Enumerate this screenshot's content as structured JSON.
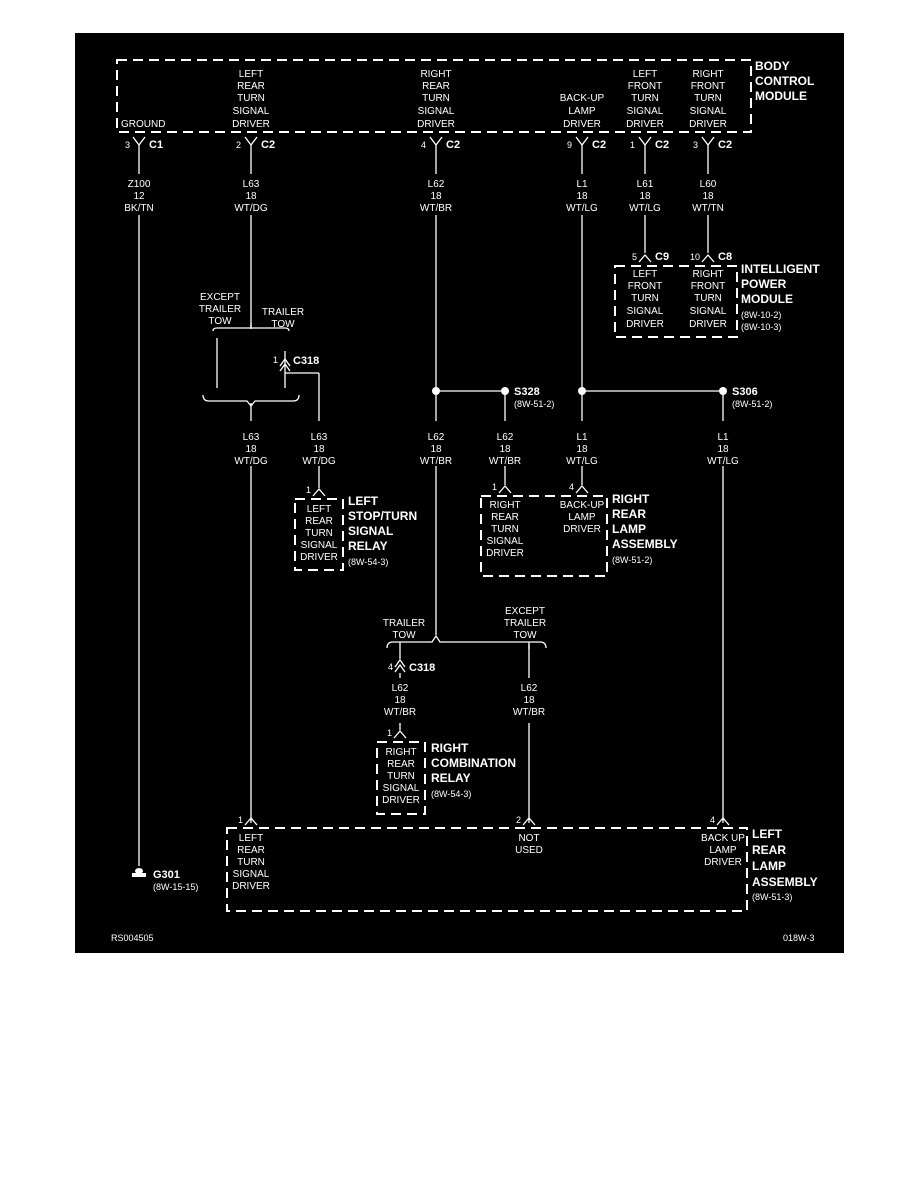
{
  "footer": {
    "left_code": "RS004505",
    "right_code": "018W-3"
  },
  "body_control_module": {
    "name": [
      "BODY",
      "CONTROL",
      "MODULE"
    ],
    "pins": [
      {
        "label": [
          "GROUND"
        ],
        "pin": "3",
        "connector": "C1"
      },
      {
        "label": [
          "LEFT",
          "REAR",
          "TURN",
          "SIGNAL",
          "DRIVER"
        ],
        "pin": "2",
        "connector": "C2"
      },
      {
        "label": [
          "RIGHT",
          "REAR",
          "TURN",
          "SIGNAL",
          "DRIVER"
        ],
        "pin": "4",
        "connector": "C2"
      },
      {
        "label": [
          "BACK-UP",
          "LAMP",
          "DRIVER"
        ],
        "pin": "9",
        "connector": "C2"
      },
      {
        "label": [
          "LEFT",
          "FRONT",
          "TURN",
          "SIGNAL",
          "DRIVER"
        ],
        "pin": "1",
        "connector": "C2"
      },
      {
        "label": [
          "RIGHT",
          "FRONT",
          "TURN",
          "SIGNAL",
          "DRIVER"
        ],
        "pin": "3",
        "connector": "C2"
      }
    ]
  },
  "wires_top": [
    {
      "circuit": "Z100",
      "gauge": "12",
      "color": "BK/TN"
    },
    {
      "circuit": "L63",
      "gauge": "18",
      "color": "WT/DG"
    },
    {
      "circuit": "L62",
      "gauge": "18",
      "color": "WT/BR"
    },
    {
      "circuit": "L1",
      "gauge": "18",
      "color": "WT/LG"
    },
    {
      "circuit": "L61",
      "gauge": "18",
      "color": "WT/LG"
    },
    {
      "circuit": "L60",
      "gauge": "18",
      "color": "WT/TN"
    }
  ],
  "intelligent_power_module": {
    "name": [
      "INTELLIGENT",
      "POWER",
      "MODULE"
    ],
    "refs": [
      "(8W-10-2)",
      "(8W-10-3)"
    ],
    "pins": [
      {
        "label": [
          "LEFT",
          "FRONT",
          "TURN",
          "SIGNAL",
          "DRIVER"
        ],
        "pin": "5",
        "connector": "C9"
      },
      {
        "label": [
          "RIGHT",
          "FRONT",
          "TURN",
          "SIGNAL",
          "DRIVER"
        ],
        "pin": "10",
        "connector": "C8"
      }
    ]
  },
  "left_trailer_option": {
    "except": [
      "EXCEPT",
      "TRAILER",
      "TOW"
    ],
    "trailer": [
      "TRAILER",
      "TOW"
    ],
    "connector": "C318",
    "pin": "1"
  },
  "splices": [
    {
      "name": "S328",
      "ref": "(8W-51-2)"
    },
    {
      "name": "S306",
      "ref": "(8W-51-2)"
    }
  ],
  "wires_mid": [
    {
      "circuit": "L63",
      "gauge": "18",
      "color": "WT/DG"
    },
    {
      "circuit": "L63",
      "gauge": "18",
      "color": "WT/DG"
    },
    {
      "circuit": "L62",
      "gauge": "18",
      "color": "WT/BR"
    },
    {
      "circuit": "L62",
      "gauge": "18",
      "color": "WT/BR"
    },
    {
      "circuit": "L1",
      "gauge": "18",
      "color": "WT/LG"
    },
    {
      "circuit": "L1",
      "gauge": "18",
      "color": "WT/LG"
    }
  ],
  "left_stop_turn_relay": {
    "name": [
      "LEFT",
      "STOP/TURN",
      "SIGNAL",
      "RELAY"
    ],
    "ref": "(8W-54-3)",
    "pin": "1",
    "label": [
      "LEFT",
      "REAR",
      "TURN",
      "SIGNAL",
      "DRIVER"
    ]
  },
  "right_rear_lamp_assembly": {
    "name": [
      "RIGHT",
      "REAR",
      "LAMP",
      "ASSEMBLY"
    ],
    "ref": "(8W-51-2)",
    "pins": [
      {
        "pin": "1",
        "label": [
          "RIGHT",
          "REAR",
          "TURN",
          "SIGNAL",
          "DRIVER"
        ]
      },
      {
        "pin": "4",
        "label": [
          "BACK-UP",
          "LAMP",
          "DRIVER"
        ]
      }
    ]
  },
  "right_trailer_option": {
    "trailer": [
      "TRAILER",
      "TOW"
    ],
    "except": [
      "EXCEPT",
      "TRAILER",
      "TOW"
    ],
    "connector": "C318",
    "pin": "4"
  },
  "wires_low": [
    {
      "circuit": "L62",
      "gauge": "18",
      "color": "WT/BR"
    },
    {
      "circuit": "L62",
      "gauge": "18",
      "color": "WT/BR"
    }
  ],
  "right_combination_relay": {
    "name": [
      "RIGHT",
      "COMBINATION",
      "RELAY"
    ],
    "ref": "(8W-54-3)",
    "pin": "1",
    "label": [
      "RIGHT",
      "REAR",
      "TURN",
      "SIGNAL",
      "DRIVER"
    ]
  },
  "left_rear_lamp_assembly": {
    "name": [
      "LEFT",
      "REAR",
      "LAMP",
      "ASSEMBLY"
    ],
    "ref": "(8W-51-3)",
    "pins": [
      {
        "pin": "1",
        "label": [
          "LEFT",
          "REAR",
          "TURN",
          "SIGNAL",
          "DRIVER"
        ]
      },
      {
        "pin": "2",
        "label": [
          "NOT",
          "USED"
        ]
      },
      {
        "pin": "4",
        "label": [
          "BACK UP",
          "LAMP",
          "DRIVER"
        ]
      }
    ]
  },
  "ground": {
    "name": "G301",
    "ref": "(8W-15-15)"
  }
}
